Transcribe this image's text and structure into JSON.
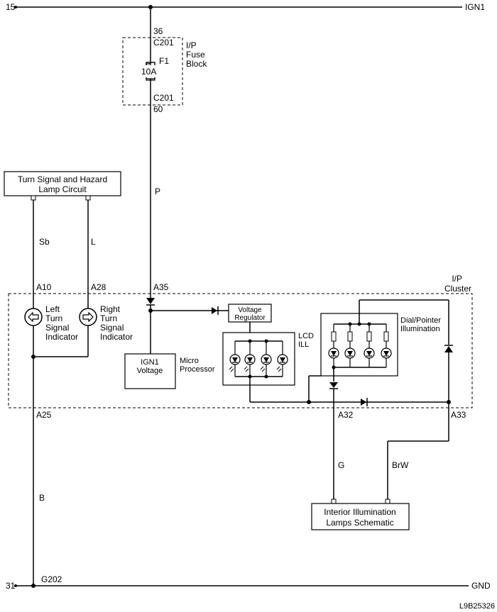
{
  "rails": {
    "top_left": "15",
    "top_right": "IGN1",
    "bottom_left": "31",
    "bottom_right": "GND"
  },
  "fuse_block": {
    "pin_top": "36",
    "conn_top": "C201",
    "fuse_name": "F1",
    "fuse_rating": "10A",
    "conn_bottom": "C201",
    "pin_bottom": "60",
    "title_l1": "I/P",
    "title_l2": "Fuse",
    "title_l3": "Block"
  },
  "wires": {
    "p": "P",
    "sb": "Sb",
    "l": "L",
    "b": "B",
    "g": "G",
    "brw": "BrW"
  },
  "turn_signal_box": {
    "line1": "Turn Signal and Hazard",
    "line2": "Lamp Circuit"
  },
  "cluster": {
    "title_l1": "I/P",
    "title_l2": "Cluster",
    "pin_a10": "A10",
    "pin_a28": "A28",
    "pin_a35": "A35",
    "pin_a25": "A25",
    "pin_a32": "A32",
    "pin_a33": "A33",
    "left_ind": [
      "Left",
      "Turn",
      "Signal",
      "Indicator"
    ],
    "right_ind": [
      "Right",
      "Turn",
      "Signal",
      "Indicator"
    ],
    "ign1_box": [
      "IGN1",
      "Voltage"
    ],
    "micro": [
      "Micro",
      "Processor"
    ],
    "voltage_reg": [
      "Voltage",
      "Regulator"
    ],
    "lcd": [
      "LCD",
      "ILL"
    ],
    "dial": [
      "Dial/Pointer",
      "Illumination"
    ]
  },
  "ground": "G202",
  "interior_box": {
    "line1": "Interior Illumination",
    "line2": "Lamps Schematic"
  },
  "figure_code": "L9B25326"
}
